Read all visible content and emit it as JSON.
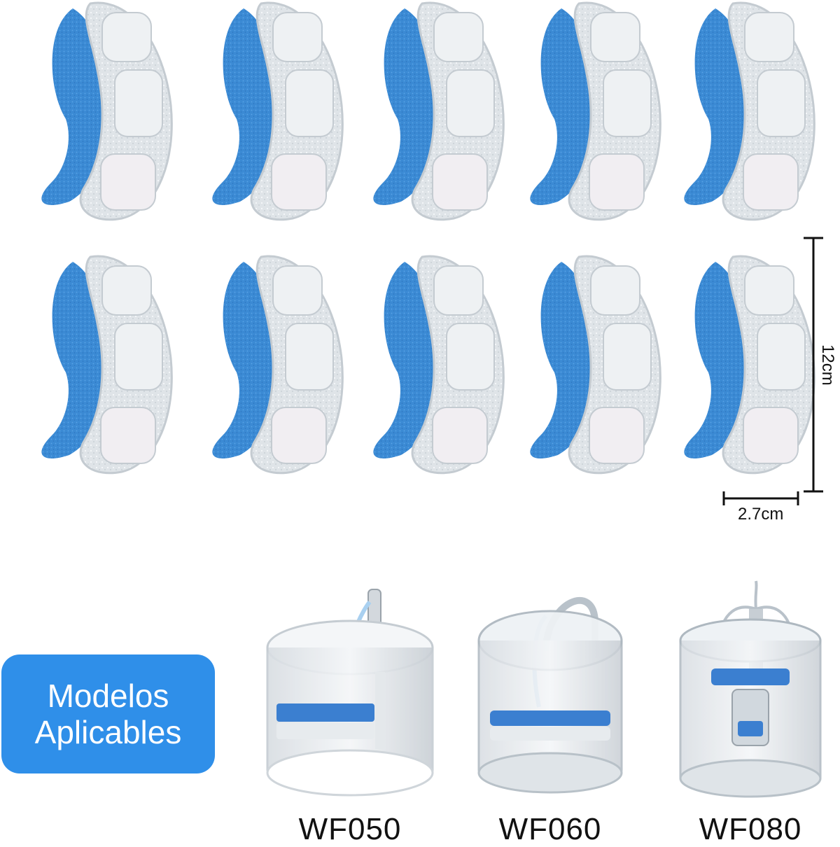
{
  "colors": {
    "foam_blue": "#3b8ad4",
    "cartridge": "#e8ecef",
    "badge_blue": "#2f8fe9",
    "dimension_line": "#111111"
  },
  "filters": {
    "rows": 2,
    "per_row": 5,
    "item_name": "filter-set"
  },
  "dimensions": {
    "height_label": "12cm",
    "width_label": "2.7cm"
  },
  "badge": {
    "line1": "Modelos",
    "line2": "Aplicables"
  },
  "models": [
    {
      "label": "WF050"
    },
    {
      "label": "WF060"
    },
    {
      "label": "WF080"
    }
  ]
}
